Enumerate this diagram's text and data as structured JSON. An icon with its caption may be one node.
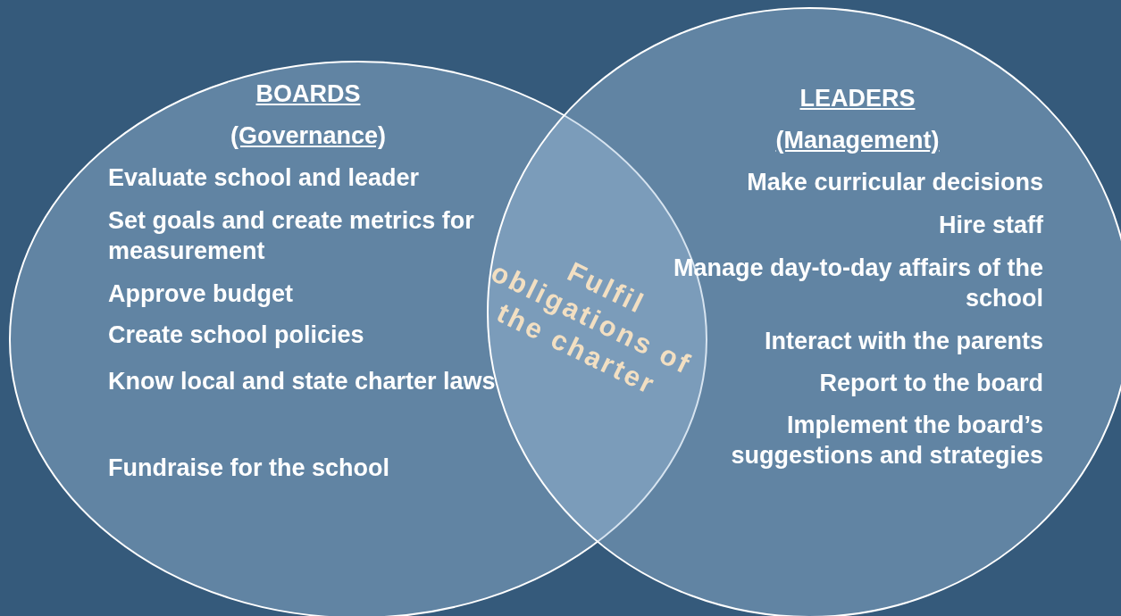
{
  "diagram": {
    "nodes": [
      {
        "text": [
          "BOARDS",
          "(Governance)",
          "Evaluate school and leader",
          "Set goals and create metrics for measurement",
          "Approve budget",
          "Create school policies",
          "Know local and state charter laws",
          "Fundraise for the school"
        ]
      },
      {
        "text": [
          "LEADERS",
          "(Management)",
          "Make curricular decisions",
          "Hire staff",
          "Manage day-to-day affairs of the school",
          "Interact with the parents",
          "Report to the board",
          "Implement the board’s suggestions and strategies"
        ]
      },
      {
        "text": [
          "Fulfil obligations of the charter"
        ]
      }
    ],
    "edges": []
  }
}
